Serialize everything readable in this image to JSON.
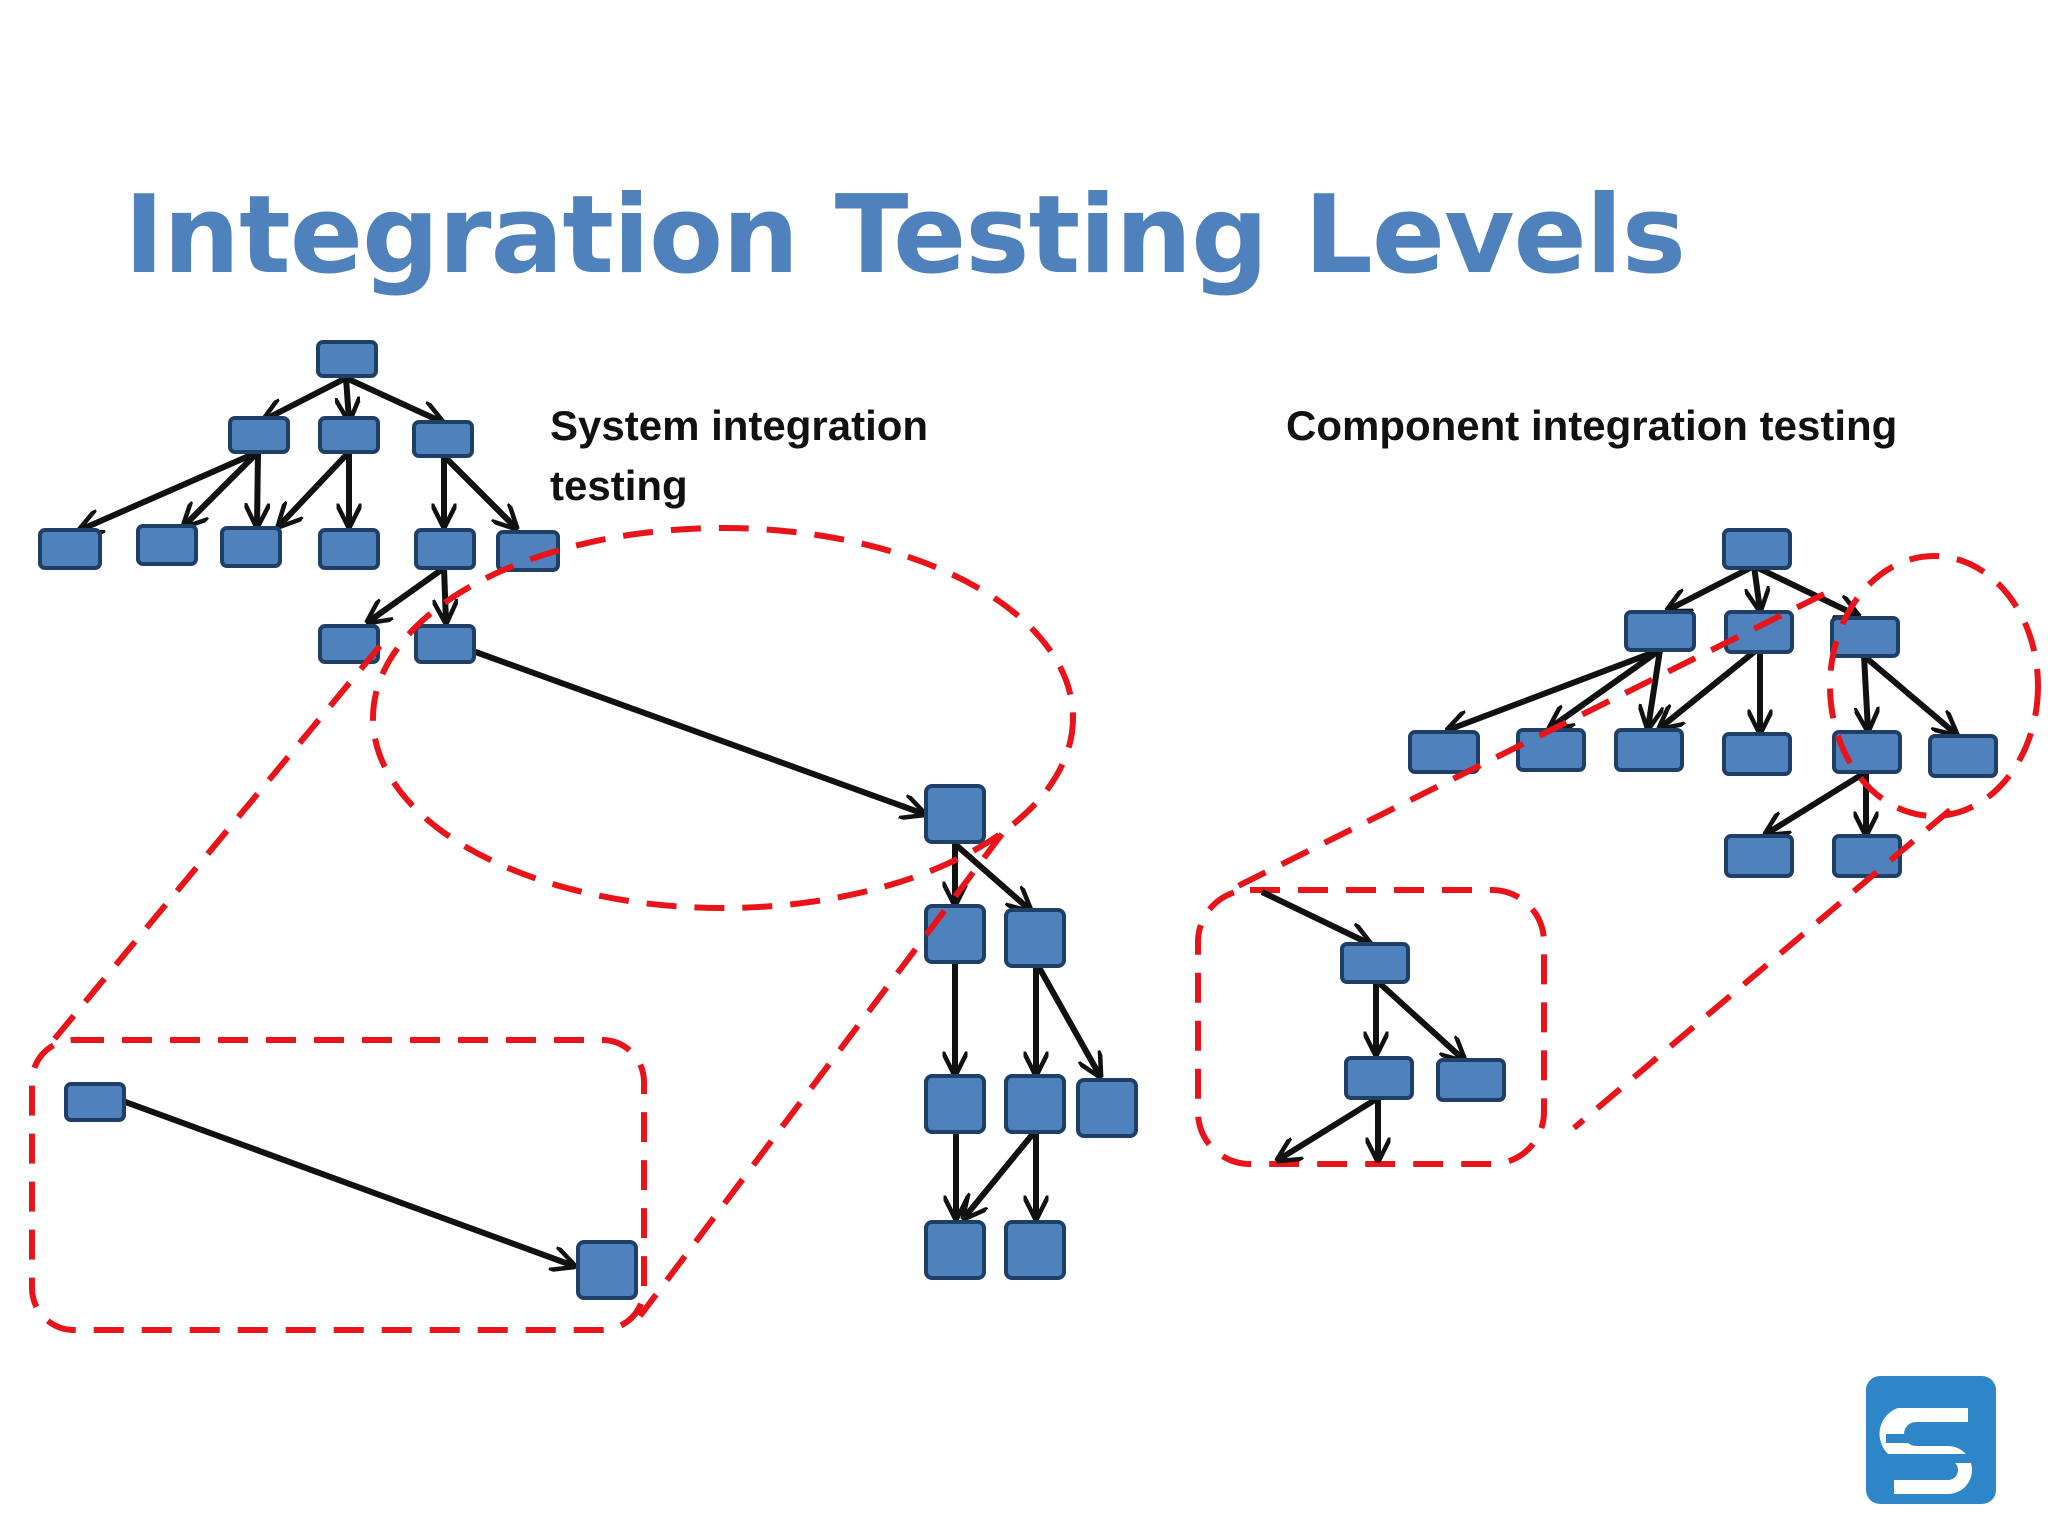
{
  "title": "Integration Testing Levels",
  "labels": {
    "system": "System integration testing",
    "component": "Component integration testing"
  },
  "colors": {
    "title": "#4f81bd",
    "node_fill": "#4f81bd",
    "node_stroke": "#1f3f67",
    "edge": "#111111",
    "highlight": "#e8141a",
    "logo": "#2e86c9"
  },
  "logo": {
    "icon": "company-logo-icon"
  }
}
